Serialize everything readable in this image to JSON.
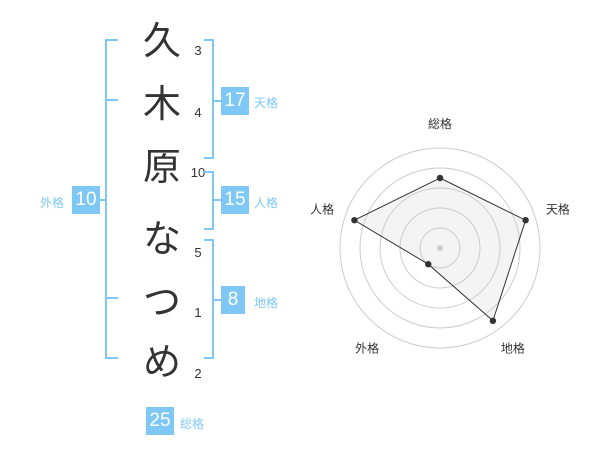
{
  "name_chars": [
    {
      "char": "久",
      "strokes": "3"
    },
    {
      "char": "木",
      "strokes": "4"
    },
    {
      "char": "原",
      "strokes": "10"
    },
    {
      "char": "な",
      "strokes": "5"
    },
    {
      "char": "つ",
      "strokes": "1"
    },
    {
      "char": "め",
      "strokes": "2"
    }
  ],
  "fortunes": {
    "tenkaku": {
      "value": "17",
      "label": "天格"
    },
    "jinkaku": {
      "value": "15",
      "label": "人格"
    },
    "chikaku": {
      "value": "8",
      "label": "地格"
    },
    "gaikaku": {
      "value": "10",
      "label": "外格"
    },
    "soukaku": {
      "value": "25",
      "label": "総格"
    }
  },
  "radar": {
    "axes": [
      "総格",
      "天格",
      "地格",
      "外格",
      "人格"
    ],
    "levels": 5,
    "values": [
      3.5,
      4.5,
      4.5,
      1.0,
      4.5
    ],
    "colors": {
      "accent": "#7fc8f5",
      "ring": "#cccccc",
      "fill": "#eeeeee",
      "line": "#333333"
    }
  }
}
